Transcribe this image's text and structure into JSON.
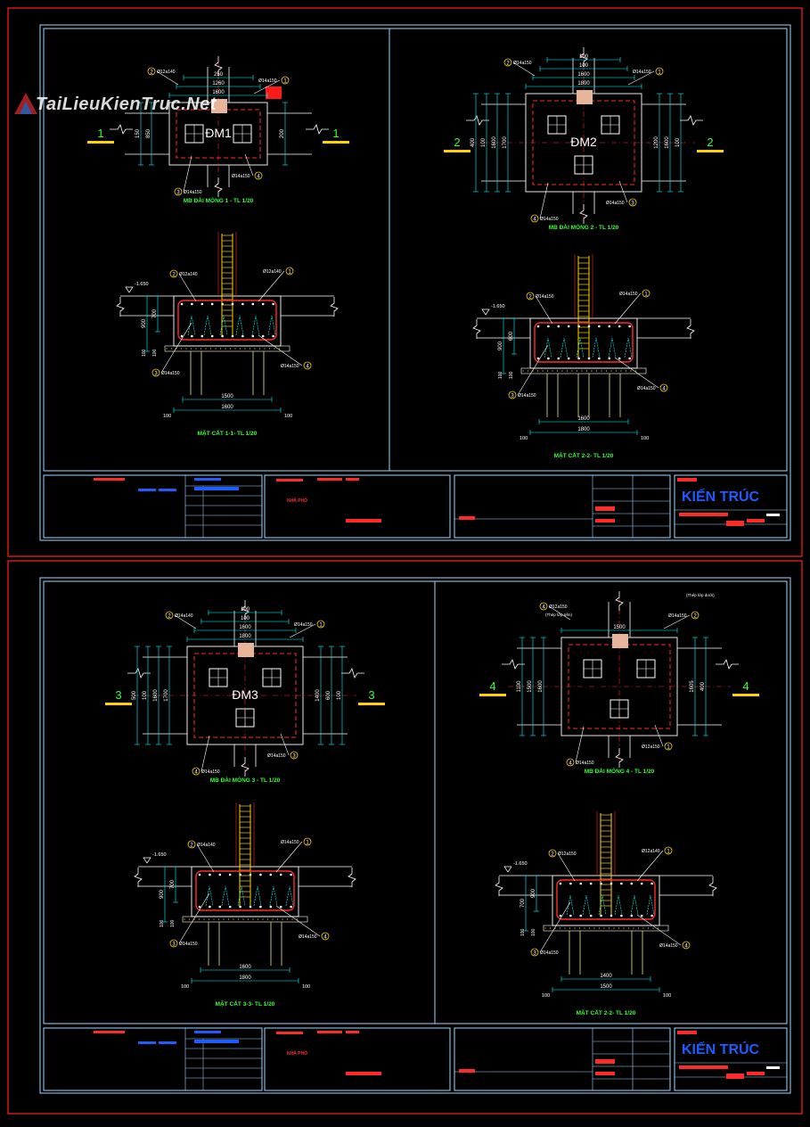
{
  "watermark": "TaiLieuKienTruc.Net",
  "colors": {
    "frame": "#ff2020",
    "border": "#9fd8ff",
    "dim": "#00ffff",
    "rebar": "#ff2a2a",
    "green": "#33ff33",
    "yellow": "#ffd200",
    "blue": "#1e5cff",
    "white": "#ffffff",
    "pile": "#e6e68a"
  },
  "sheets": [
    {
      "plans": [
        {
          "name": "ĐM1",
          "mark": "1",
          "title": "MB ĐÀI MÓNG 1 - TL 1/20",
          "dims_top": [
            "1600",
            "1260",
            "250"
          ],
          "dims_side": [
            "850",
            "150",
            "200"
          ],
          "rebar_main": "Ø12a140",
          "rebar_dist": "Ø14a150",
          "rebar_cover": "Ø14a150",
          "rebar_bottom": "Ø14a150",
          "circles": [
            "2",
            "1",
            "3",
            "4"
          ]
        },
        {
          "name": "ĐM2",
          "mark": "2",
          "title": "MB ĐÀI MÓNG 2 - TL 1/20",
          "dims_top": [
            "1800",
            "1600",
            "100",
            "100"
          ],
          "dims_side": [
            "1700",
            "1600",
            "100",
            "400",
            "1200",
            "1600",
            "100"
          ],
          "rebar_main": "Ø14a150",
          "rebar_dist": "Ø14a150",
          "rebar_cover": "Ø14a150",
          "rebar_bottom": "Ø14a150",
          "circles": [
            "2",
            "1",
            "4",
            "3"
          ]
        }
      ],
      "sections": [
        {
          "title": "MẶT CẮT 1-1- TL 1/20",
          "level": "-1.650",
          "dims_bottom": [
            "1500",
            "1600",
            "100",
            "100"
          ],
          "dims_side": [
            "900",
            "700",
            "100",
            "100"
          ],
          "rebar_a": "Ø12a140",
          "rebar_b": "Ø12a140",
          "rebar_c": "Ø14a150",
          "rebar_d": "Ø14a150",
          "circles": [
            "2",
            "1",
            "3",
            "4"
          ]
        },
        {
          "title": "MẶT CẮT 2-2- TL 1/20",
          "level": "-1.650",
          "dims_bottom": [
            "1600",
            "1800",
            "100",
            "100"
          ],
          "dims_side": [
            "900",
            "600",
            "100",
            "100"
          ],
          "rebar_a": "Ø14a150",
          "rebar_b": "Ø14a150",
          "rebar_c": "Ø14a150",
          "rebar_d": "Ø14a150",
          "circles": [
            "2",
            "1",
            "3",
            "4"
          ]
        }
      ],
      "titleblock": {
        "project": "NHÀ PHỐ",
        "firm": "KIẾN TRÚC"
      }
    },
    {
      "plans": [
        {
          "name": "ĐM3",
          "mark": "3",
          "title": "MB ĐÀI MÓNG 3 - TL 1/20",
          "dims_top": [
            "1800",
            "1600",
            "100",
            "100"
          ],
          "dims_side": [
            "1700",
            "1600",
            "100",
            "500",
            "1400",
            "600",
            "100"
          ],
          "rebar_main": "Ø14a140",
          "rebar_dist": "Ø14a150",
          "rebar_cover": "Ø14a150",
          "rebar_bottom": "Ø14a150",
          "circles": [
            "2",
            "1",
            "4",
            "3"
          ]
        },
        {
          "name": "",
          "mark": "4",
          "title": "MB ĐÀI MÓNG 4 - TL 1/20",
          "dims_top": [
            "1500"
          ],
          "dims_side": [
            "1600",
            "1500",
            "1100",
            "1605",
            "400"
          ],
          "rebar_main": "Ø12a150",
          "rebar_dist": "Ø14a150",
          "rebar_cover": "Ø14a150",
          "rebar_bottom": "Ø12a150",
          "note_top": "(Thép lớp trên)",
          "note_bottom": "(Thép lớp dưới)",
          "circles": [
            "4",
            "2",
            "4",
            "1"
          ]
        }
      ],
      "sections": [
        {
          "title": "MẶT CẮT 3-3- TL 1/20",
          "level": "-1.650",
          "dims_bottom": [
            "1600",
            "1800",
            "100",
            "100"
          ],
          "dims_side": [
            "900",
            "700",
            "100",
            "100"
          ],
          "rebar_a": "Ø14a140",
          "rebar_b": "Ø14a150",
          "rebar_c": "Ø14a150",
          "rebar_d": "Ø14a150",
          "circles": [
            "2",
            "1",
            "3",
            "4"
          ]
        },
        {
          "title": "MẶT CẮT 2-2- TL 1/20",
          "level": "-1.650",
          "dims_bottom": [
            "1400",
            "1500",
            "100",
            "100"
          ],
          "dims_side": [
            "700",
            "900",
            "100",
            "100"
          ],
          "rebar_a": "Ø12a150",
          "rebar_b": "Ø12a140",
          "rebar_c": "Ø14a150",
          "rebar_d": "Ø14a150",
          "circles": [
            "2",
            "1",
            "3",
            "4"
          ]
        }
      ],
      "titleblock": {
        "project": "NHÀ PHỐ",
        "firm": "KIẾN TRÚC"
      }
    }
  ]
}
